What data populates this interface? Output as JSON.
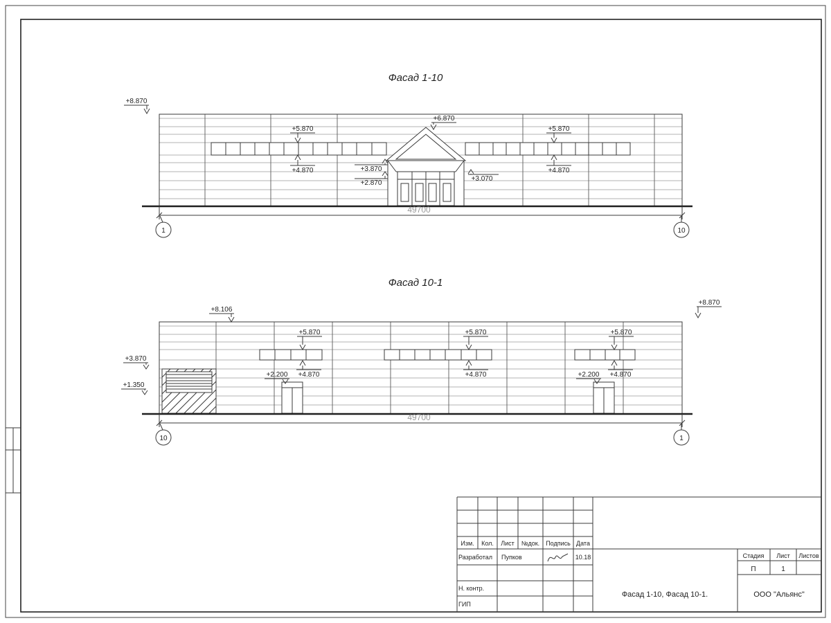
{
  "drawing": {
    "facade_top": {
      "title": "Фасад 1-10",
      "dimension": "49700",
      "axis_left": "1",
      "axis_right": "10",
      "marks": {
        "p8870": "+8.870",
        "p6870": "+6.870",
        "p5870_left": "+5.870",
        "p5870_right": "+5.870",
        "p4870_left": "+4.870",
        "p4870_right": "+4.870",
        "p3870": "+3.870",
        "p2870": "+2.870",
        "p3070": "+3.070"
      }
    },
    "facade_bottom": {
      "title": "Фасад 10-1",
      "dimension": "49700",
      "axis_left": "10",
      "axis_right": "1",
      "marks": {
        "p8106": "+8.106",
        "p8870": "+8.870",
        "p5870_a": "+5.870",
        "p5870_b": "+5.870",
        "p5870_c": "+5.870",
        "p3870": "+3.870",
        "p1350": "+1.350",
        "p2200_left": "+2.200",
        "p4870_left": "+4.870",
        "p4870_center": "+4.870",
        "p2200_right": "+2.200",
        "p4870_right": "+4.870"
      }
    }
  },
  "title_block": {
    "headers": {
      "izm": "Изм.",
      "kol": "Кол.",
      "list": "Лист",
      "ndok": "№док.",
      "podpis": "Подпись",
      "data": "Дата"
    },
    "rows": {
      "developer_label": "Разработал",
      "developer_name": "Пупков",
      "developer_date": "10.18",
      "ncontr_label": "Н. контр.",
      "gip_label": "ГИП"
    },
    "doc_title": "Фасад 1-10, Фасад 10-1.",
    "stamp": {
      "stage_label": "Стадия",
      "sheet_label": "Лист",
      "sheets_label": "Листов",
      "stage_value": "П",
      "sheet_value": "1"
    },
    "company": "ООО \"Альянс\""
  }
}
